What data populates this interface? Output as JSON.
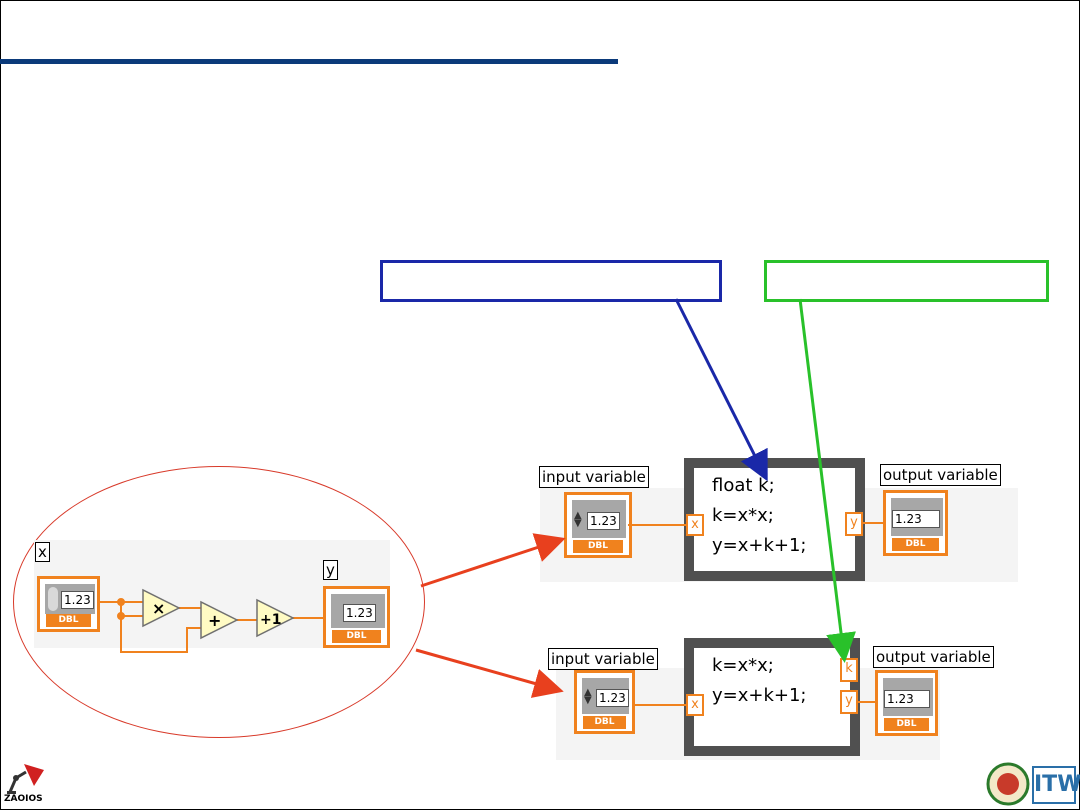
{
  "slide": {
    "accent_colors": {
      "title_rule": "#0b3a7a",
      "callout_blue": "#1a28a8",
      "callout_green": "#29c12a",
      "arrows_red": "#e8401e",
      "wire_orange": "#f0821e"
    }
  },
  "callouts": {
    "blue_box_text": "",
    "green_box_text": ""
  },
  "left_diagram": {
    "input_label": "x",
    "input_value": "1.23",
    "input_type": "DBL",
    "multiply_symbol": "×",
    "add_symbol": "+",
    "increment_symbol": "+1",
    "output_label": "y",
    "output_value": "1.23",
    "output_type": "DBL"
  },
  "top_formula": {
    "input_label": "input variable",
    "input_value": "1.23",
    "input_type": "DBL",
    "input_tunnel": "x",
    "code_line1": "float k;",
    "code_line2": "k=x*x;",
    "code_line3": "y=x+k+1;",
    "output_tunnel": "y",
    "output_label": "output variable",
    "output_value": "1.23",
    "output_type": "DBL"
  },
  "bottom_formula": {
    "input_label": "input variable",
    "input_value": "1.23",
    "input_type": "DBL",
    "input_tunnel": "x",
    "code_line1": "k=x*x;",
    "code_line2": "y=x+k+1;",
    "output_tunnel_k": "k",
    "output_tunnel_y": "y",
    "output_label": "output variable",
    "output_value": "1.23",
    "output_type": "DBL"
  },
  "logos": {
    "left_logo_text": "ZAOIOS",
    "right_logo_text": "ITW"
  }
}
